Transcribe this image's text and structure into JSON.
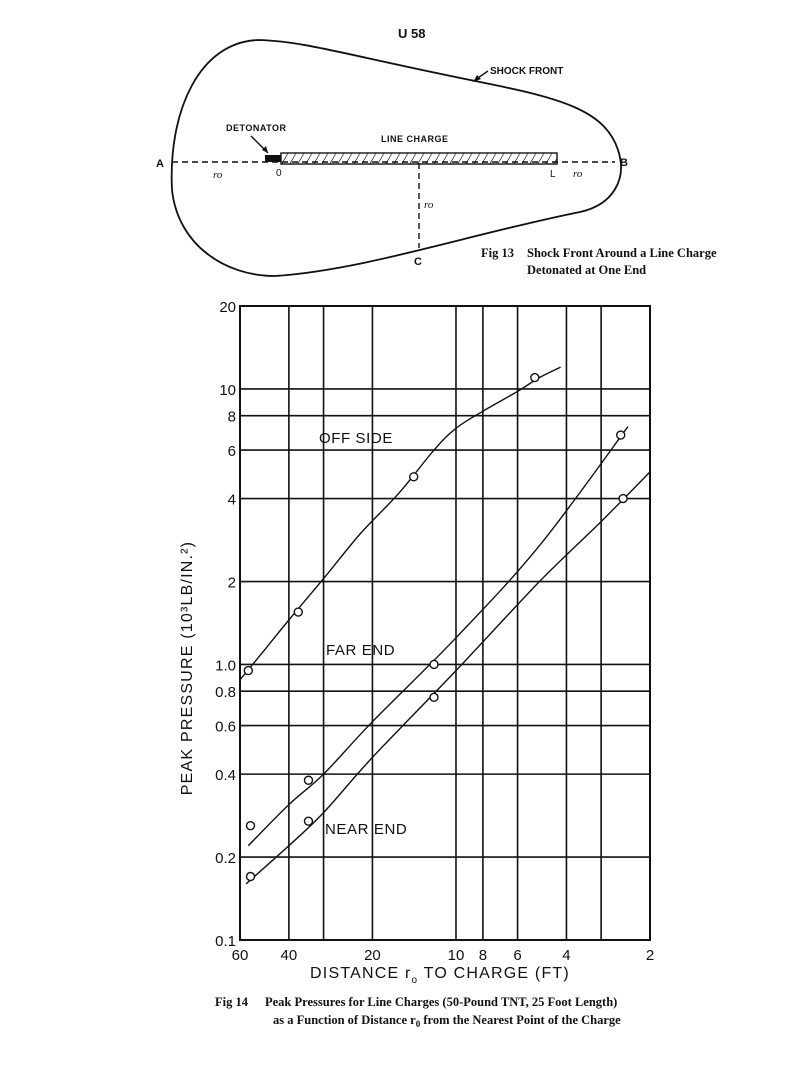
{
  "page_number": "U 58",
  "fig13": {
    "label_shock_front": "SHOCK FRONT",
    "label_detonator": "DETONATOR",
    "label_line_charge": "LINE CHARGE",
    "point_a": "A",
    "point_b": "B",
    "point_c": "C",
    "r0_symbol": "ro",
    "end_zero": "0",
    "end_l": "L",
    "caption_number": "Fig 13",
    "caption_line1": "Shock Front Around a Line Charge",
    "caption_line2": "Detonated at One End"
  },
  "chart_data": {
    "type": "line",
    "title": "",
    "xlabel": "DISTANCE  r",
    "xlabel_sub": "o",
    "xlabel_tail": " TO  CHARGE (FT)",
    "ylabel": "PEAK PRESSURE (10³LB/IN.²)",
    "x_scale": "log",
    "x_reversed": true,
    "y_scale": "log",
    "xlim": [
      60,
      2
    ],
    "ylim": [
      0.1,
      20
    ],
    "grid": true,
    "x_ticks": [
      {
        "value": 60,
        "label": "60"
      },
      {
        "value": 40,
        "label": "40"
      },
      {
        "value": 20,
        "label": "20"
      },
      {
        "value": 10,
        "label": "10"
      },
      {
        "value": 8,
        "label": "8"
      },
      {
        "value": 6,
        "label": "6"
      },
      {
        "value": 4,
        "label": "4"
      },
      {
        "value": 2,
        "label": "2"
      }
    ],
    "y_ticks": [
      {
        "value": 20,
        "label": "20"
      },
      {
        "value": 10,
        "label": "10"
      },
      {
        "value": 8,
        "label": "8"
      },
      {
        "value": 6,
        "label": "6"
      },
      {
        "value": 4,
        "label": "4"
      },
      {
        "value": 2,
        "label": "2"
      },
      {
        "value": 1.0,
        "label": "1.0"
      },
      {
        "value": 0.8,
        "label": "0.8"
      },
      {
        "value": 0.6,
        "label": "0.6"
      },
      {
        "value": 0.4,
        "label": "0.4"
      },
      {
        "value": 0.2,
        "label": "0.2"
      },
      {
        "value": 0.1,
        "label": "0.1"
      }
    ],
    "series": [
      {
        "name": "OFF SIDE",
        "points": [
          [
            56,
            0.95
          ],
          [
            37,
            1.55
          ],
          [
            14.2,
            4.8
          ],
          [
            5.2,
            11
          ]
        ],
        "curve": [
          [
            60,
            0.88
          ],
          [
            50,
            1.1
          ],
          [
            40,
            1.45
          ],
          [
            30,
            2.05
          ],
          [
            22,
            3.0
          ],
          [
            16,
            4.2
          ],
          [
            12,
            6.0
          ],
          [
            10,
            7.2
          ],
          [
            8,
            8.3
          ],
          [
            6,
            9.8
          ],
          [
            5,
            11.0
          ],
          [
            4.2,
            12.0
          ]
        ]
      },
      {
        "name": "FAR END",
        "points": [
          [
            55,
            0.26
          ],
          [
            34,
            0.38
          ],
          [
            12,
            1.0
          ],
          [
            2.55,
            6.8
          ]
        ],
        "curve": [
          [
            56,
            0.22
          ],
          [
            40,
            0.31
          ],
          [
            30,
            0.4
          ],
          [
            20,
            0.62
          ],
          [
            10,
            1.25
          ],
          [
            5,
            2.7
          ],
          [
            2.4,
            7.3
          ]
        ]
      },
      {
        "name": "NEAR END",
        "points": [
          [
            55,
            0.17
          ],
          [
            34,
            0.27
          ],
          [
            12,
            0.76
          ],
          [
            2.5,
            4.0
          ]
        ],
        "curve": [
          [
            57,
            0.16
          ],
          [
            40,
            0.22
          ],
          [
            30,
            0.29
          ],
          [
            20,
            0.46
          ],
          [
            10,
            0.95
          ],
          [
            5,
            2.0
          ],
          [
            3,
            3.3
          ],
          [
            2,
            5.0
          ]
        ]
      }
    ],
    "series_labels": [
      "OFF SIDE",
      "FAR END",
      "NEAR END"
    ]
  },
  "fig14": {
    "caption_number": "Fig 14",
    "caption_line1": "Peak Pressures for Line Charges (50-Pound TNT, 25 Foot Length)",
    "caption_line2": "as a Function of Distance r",
    "caption_line2_sub": "0",
    "caption_line2_tail": " from the Nearest Point of the Charge"
  }
}
